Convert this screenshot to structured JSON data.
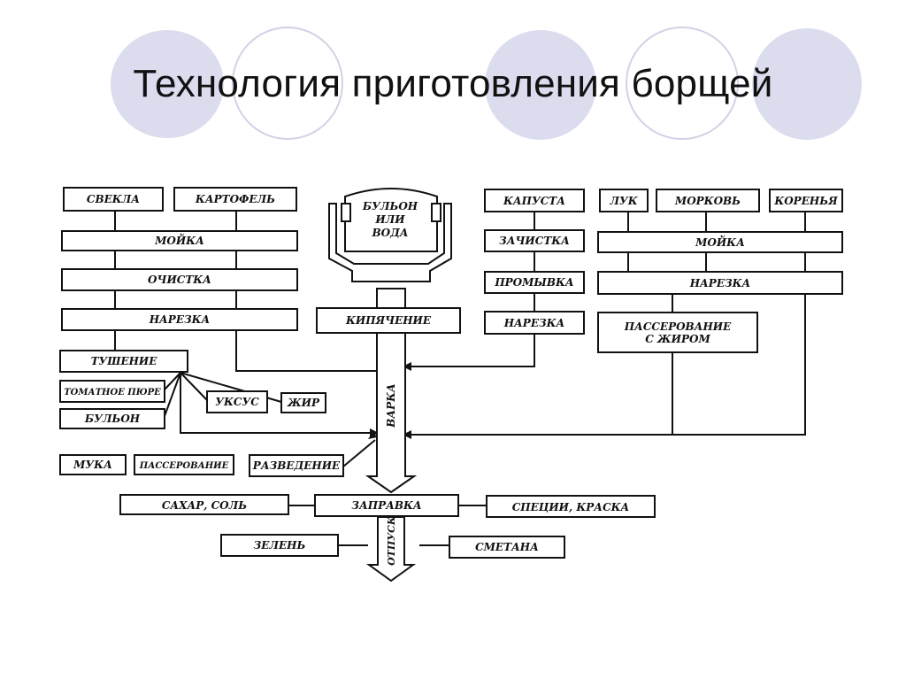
{
  "slide": {
    "title": "Технология приготовления борщей"
  },
  "decor": {
    "circle_fill": "#dcdcef",
    "circle_ring": "#d2d2e6"
  },
  "diagram": {
    "left_column": {
      "svekla": "СВЕКЛА",
      "kartofel": "КАРТОФЕЛЬ",
      "moika": "МОЙКА",
      "ochistka": "ОЧИСТКА",
      "narezka": "НАРЕЗКА",
      "tushenie": "ТУШЕНИЕ",
      "tomat": "ТОМАТНОЕ ПЮРЕ",
      "bulon": "БУЛЬОН",
      "uksus": "УКСУС",
      "zhir": "ЖИР",
      "muka": "МУКА",
      "passerovanie": "ПАССЕРОВАНИЕ",
      "razvedenie": "РАЗВЕДЕНИЕ"
    },
    "center": {
      "pot_line1": "БУЛЬОН",
      "pot_line2": "ИЛИ",
      "pot_line3": "ВОДА",
      "kipyachenie": "КИПЯЧЕНИЕ",
      "varka": "ВАРКА",
      "zapravka": "ЗАПРАВКА",
      "otpusk": "ОТПУСК",
      "sahar_sol": "САХАР, СОЛЬ",
      "specii": "СПЕЦИИ, КРАСКА",
      "zelen": "ЗЕЛЕНЬ",
      "smetana": "СМЕТАНА"
    },
    "cabbage_column": {
      "kapusta": "КАПУСТА",
      "zachistka": "ЗАЧИСТКА",
      "promyvka": "ПРОМЫВКА",
      "narezka": "НАРЕЗКА"
    },
    "right_column": {
      "luk": "ЛУК",
      "morkov": "МОРКОВЬ",
      "korenya": "КОРЕНЬЯ",
      "moika": "МОЙКА",
      "narezka": "НАРЕЗКА",
      "passerovanie_line1": "ПАССЕРОВАНИЕ",
      "passerovanie_line2": "С ЖИРОМ"
    }
  }
}
